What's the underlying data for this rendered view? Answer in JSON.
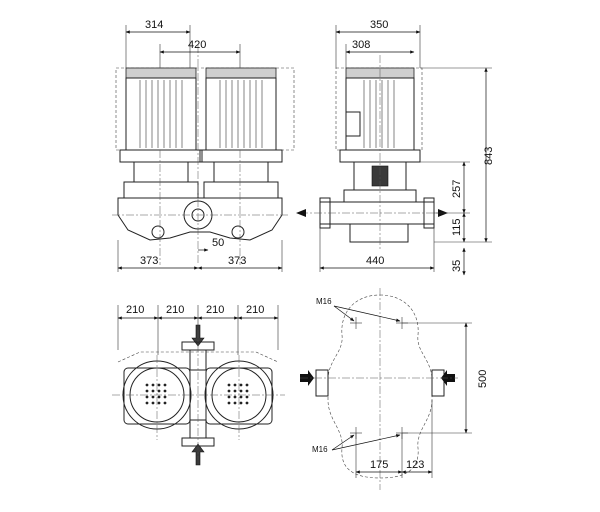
{
  "views": {
    "front": {
      "dim_width_top": "314",
      "dim_spacing": "420",
      "dim_offset": "50",
      "dim_left_half": "373",
      "dim_right_half": "373"
    },
    "side": {
      "dim_width_top": "350",
      "dim_width_inner": "308",
      "dim_height_total": "843",
      "dim_height_mid": "257",
      "dim_height_low": "115",
      "dim_foot": "35",
      "dim_base_length": "440"
    },
    "top": {
      "dims": [
        "210",
        "210",
        "210",
        "210"
      ]
    },
    "base": {
      "thread_top": "M16",
      "thread_bottom": "M16",
      "dim_height": "500",
      "dim_left": "175",
      "dim_right": "123"
    }
  },
  "colors": {
    "line": "#222222",
    "motor_fill": "#cfcfcf",
    "dark_fill": "#3a3a3a"
  }
}
